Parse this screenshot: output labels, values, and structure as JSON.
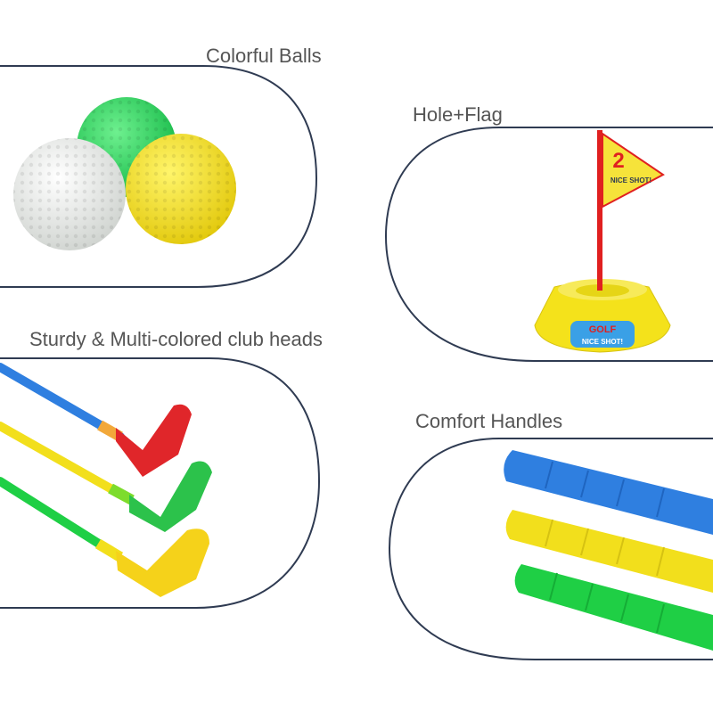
{
  "sections": {
    "balls": {
      "label": "Colorful Balls"
    },
    "flag": {
      "label": "Hole+Flag",
      "flag_number": "2",
      "flag_text": "NICE SHOT!",
      "base_text_1": "GOLF",
      "base_text_2": "NICE SHOT!"
    },
    "clubs": {
      "label": "Sturdy & Multi-colored club heads"
    },
    "handles": {
      "label": "Comfort Handles"
    }
  },
  "colors": {
    "outline": "#2f3b52",
    "label": "#555555",
    "ball_white": "#eef0ee",
    "ball_green": "#1fd15a",
    "ball_yellow": "#f2e01a",
    "shaft_blue": "#2f7fe0",
    "shaft_yellow": "#f2df1c",
    "shaft_green": "#1fcf45",
    "head_red": "#e0262a",
    "head_green": "#2cc24b",
    "head_yellow": "#f5d21a",
    "flag_pole": "#e02020",
    "flag_cloth": "#f6e33a",
    "cup_yellow": "#f4e21b",
    "cup_sticker": "#3aa0e6"
  }
}
